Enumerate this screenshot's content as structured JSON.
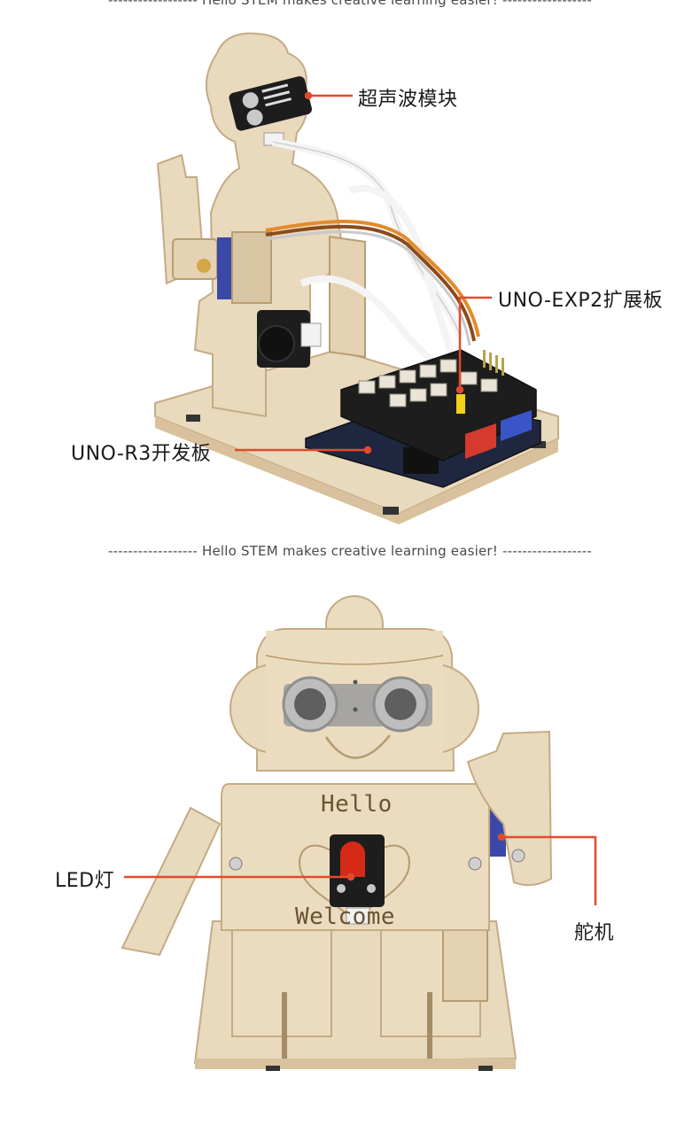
{
  "banners": {
    "top": "------------------ Hello STEM makes creative learning easier! ------------------",
    "middle": "------------------ Hello STEM makes creative learning easier! ------------------"
  },
  "callouts": {
    "ultrasonic": "超声波模块",
    "expansion_board": "UNO-EXP2扩展板",
    "uno_board": "UNO-R3开发板",
    "led": "LED灯",
    "servo": "舵机"
  },
  "engravings": {
    "hello": "Hello",
    "welcome": "Welcome"
  },
  "colors": {
    "callout_line": "#e24a2e",
    "wood": "#e9d9bd",
    "wood_edge": "#c4ab85",
    "board_black": "#1d1d1d",
    "servo_blue": "#3a49a8",
    "led_red": "#d42a17"
  }
}
